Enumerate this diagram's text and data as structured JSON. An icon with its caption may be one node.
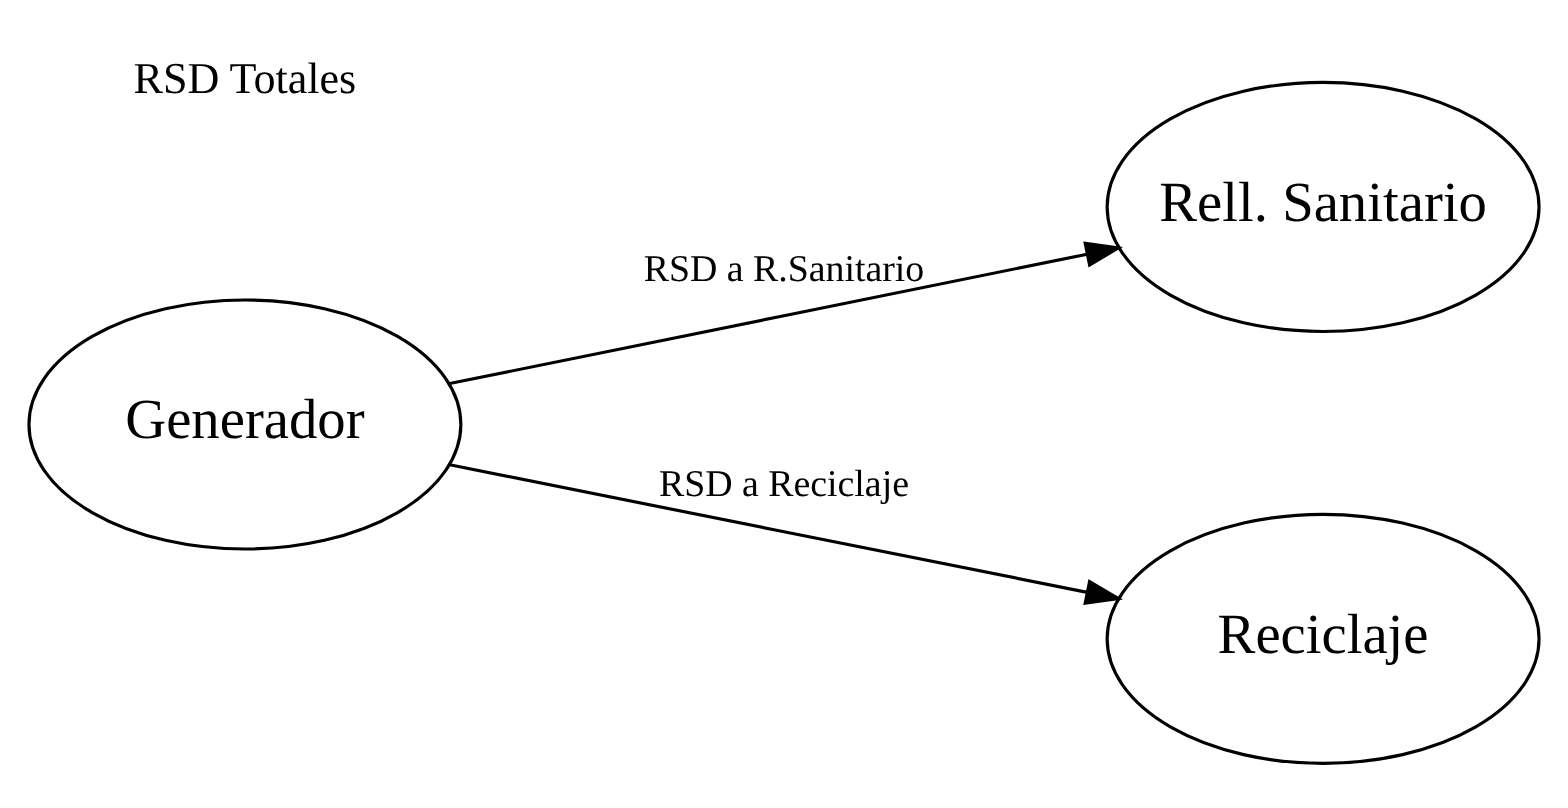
{
  "diagram": {
    "nodes": [
      {
        "text": [
          "Generador"
        ]
      },
      {
        "text": [
          "Rell. Sanitario"
        ]
      },
      {
        "text": [
          "Reciclaje"
        ]
      }
    ],
    "edges": [
      {
        "from": 0,
        "to": 1,
        "arrow": "to",
        "label": "RSD a R.Sanitario"
      },
      {
        "from": 0,
        "to": 2,
        "arrow": "to",
        "label": "RSD a Reciclaje"
      }
    ],
    "labels": [
      "RSD Totales"
    ]
  }
}
